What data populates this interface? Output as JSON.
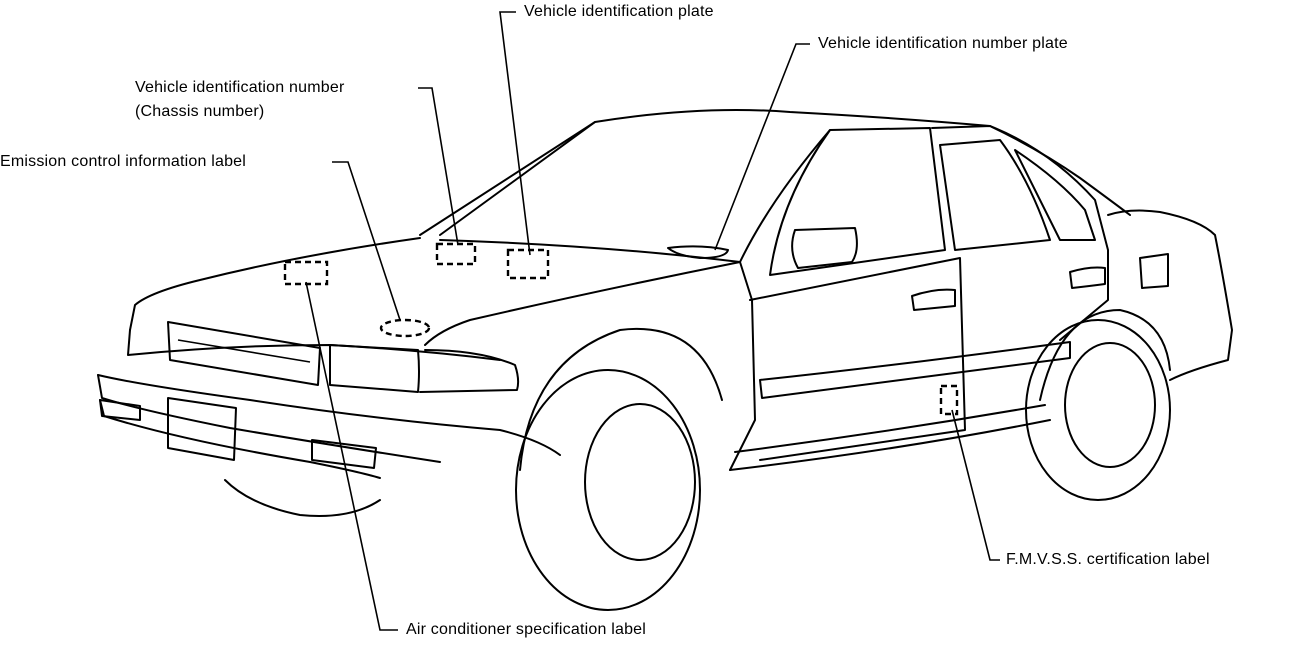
{
  "labels": {
    "vehicle_identification_plate": "Vehicle identification plate",
    "vehicle_identification_number_plate": "Vehicle identification number plate",
    "vehicle_identification_number": "Vehicle identification number",
    "chassis_number": "(Chassis number)",
    "emission_control_information_label": "Emission control information label",
    "fmvss_certification_label": "F.M.V.S.S. certification label",
    "air_conditioner_specification_label": "Air conditioner specification label"
  },
  "colors": {
    "line": "#000000",
    "background": "#ffffff"
  }
}
